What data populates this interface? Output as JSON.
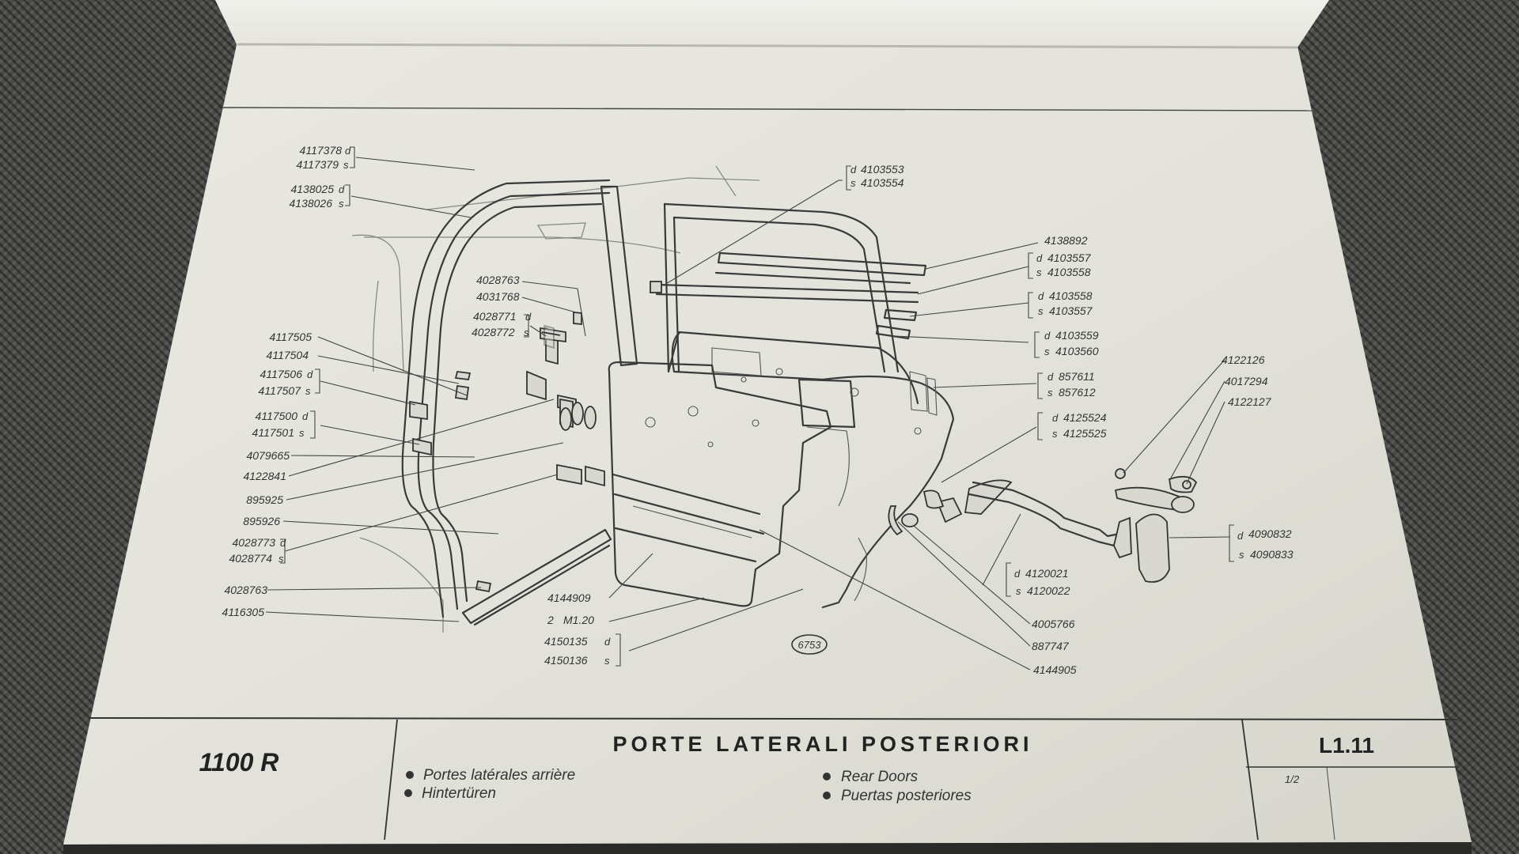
{
  "header": {
    "model": "1100 R",
    "title": "PORTE LATERALI POSTERIORI",
    "code": "L1.11",
    "page": "1/2",
    "translations": [
      "Portes latérales arrière",
      "Hintertüren",
      "Rear Doors",
      "Puertas posteriores"
    ]
  },
  "diagram": {
    "ref": "6753",
    "left_labels": [
      {
        "code": "4117378",
        "side": "d"
      },
      {
        "code": "4117379",
        "side": "s"
      },
      {
        "code": "4138025",
        "side": "d"
      },
      {
        "code": "4138026",
        "side": "s"
      },
      {
        "code": "4117505",
        "side": ""
      },
      {
        "code": "4117504",
        "side": ""
      },
      {
        "code": "4117506",
        "side": "d"
      },
      {
        "code": "4117507",
        "side": "s"
      },
      {
        "code": "4117500",
        "side": "d"
      },
      {
        "code": "4117501",
        "side": "s"
      },
      {
        "code": "4079665",
        "side": ""
      },
      {
        "code": "4122841",
        "side": ""
      },
      {
        "code": "895925",
        "side": ""
      },
      {
        "code": "895926",
        "side": ""
      },
      {
        "code": "4028773",
        "side": "d"
      },
      {
        "code": "4028774",
        "side": "s"
      },
      {
        "code": "4028763",
        "side": ""
      },
      {
        "code": "4116305",
        "side": ""
      }
    ],
    "hinge_labels": [
      {
        "code": "4028763",
        "side": ""
      },
      {
        "code": "4031768",
        "side": ""
      },
      {
        "code": "4028771",
        "side": "d"
      },
      {
        "code": "4028772",
        "side": "s"
      }
    ],
    "bottom_labels": {
      "panel": "4144909",
      "qty": "2",
      "screw": "M1.20",
      "trim_d": "4150135",
      "trim_s": "4150136",
      "d": "d",
      "s": "s"
    },
    "right_labels": [
      {
        "code": "4103553",
        "side": "d"
      },
      {
        "code": "4103554",
        "side": "s"
      },
      {
        "code": "4138892",
        "side": ""
      },
      {
        "code": "4103557",
        "side": "d"
      },
      {
        "code": "4103558",
        "side": "s"
      },
      {
        "code": "4103558",
        "side": "d"
      },
      {
        "code": "4103557",
        "side": "s"
      },
      {
        "code": "4103559",
        "side": "d"
      },
      {
        "code": "4103560",
        "side": "s"
      },
      {
        "code": "857611",
        "side": "d"
      },
      {
        "code": "857612",
        "side": "s"
      },
      {
        "code": "4125524",
        "side": "d"
      },
      {
        "code": "4125525",
        "side": "s"
      },
      {
        "code": "4122126",
        "side": ""
      },
      {
        "code": "4017294",
        "side": ""
      },
      {
        "code": "4122127",
        "side": ""
      },
      {
        "code": "4090832",
        "side": "d"
      },
      {
        "code": "4090833",
        "side": "s"
      },
      {
        "code": "4120021",
        "side": "d"
      },
      {
        "code": "4120022",
        "side": "s"
      },
      {
        "code": "4005766",
        "side": ""
      },
      {
        "code": "887747",
        "side": ""
      },
      {
        "code": "4144905",
        "side": ""
      }
    ]
  }
}
